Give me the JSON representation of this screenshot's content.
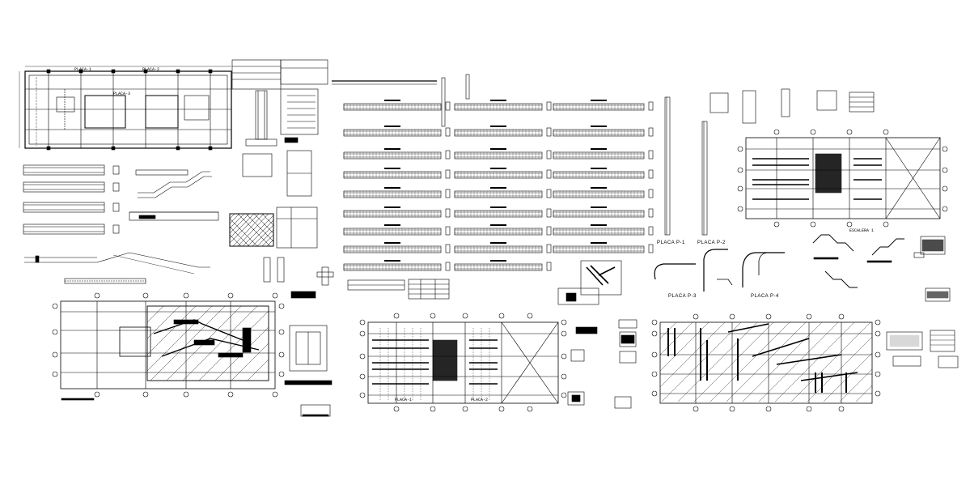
{
  "drawing": {
    "plate_labels": {
      "p1": "PLACA  P-1",
      "p2": "PLACA  P-2",
      "p3": "PLACA  P-3",
      "p4": "PLACA  P-4"
    },
    "stair_label": "ESCALERA 1",
    "section_tags": {
      "a": "PLACA-1",
      "b": "PLACA-2",
      "c": "PLACA-3",
      "d": "PLACA-1",
      "e": "PLACA-2"
    },
    "colors": {
      "ink": "#000000",
      "paper": "#ffffff"
    }
  }
}
